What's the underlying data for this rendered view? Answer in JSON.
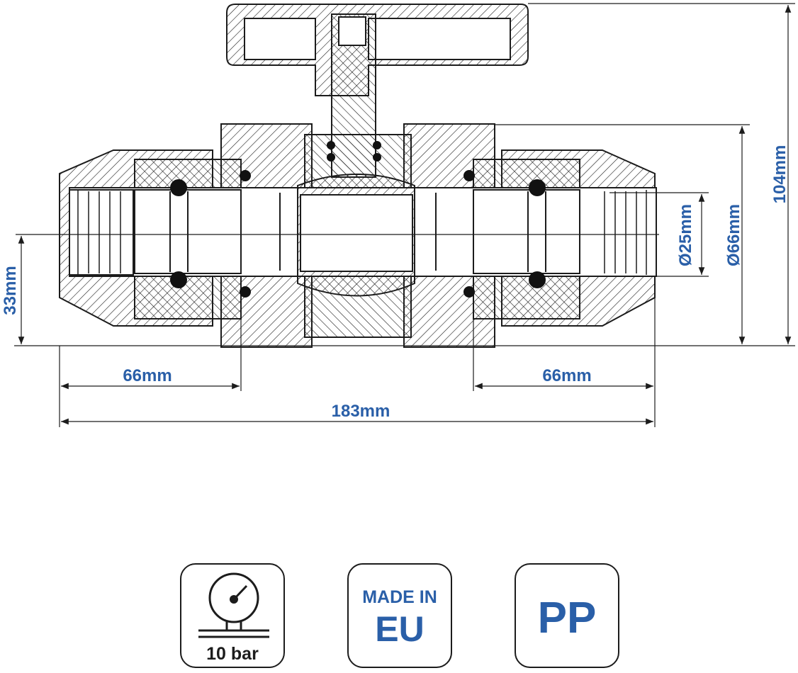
{
  "dimensions": {
    "height_total": "104mm",
    "outer_diameter": "Ø66mm",
    "inner_diameter": "Ø25mm",
    "half_height": "33mm",
    "left_length": "66mm",
    "right_length": "66mm",
    "total_length": "183mm"
  },
  "badges": {
    "pressure": {
      "label": "10 bar",
      "icon": "pressure-gauge-icon"
    },
    "origin": {
      "line1": "MADE IN",
      "line2": "EU"
    },
    "material": {
      "label": "PP"
    }
  },
  "colors": {
    "dimension_text": "#2a5fa8",
    "line": "#1c1c1c"
  }
}
